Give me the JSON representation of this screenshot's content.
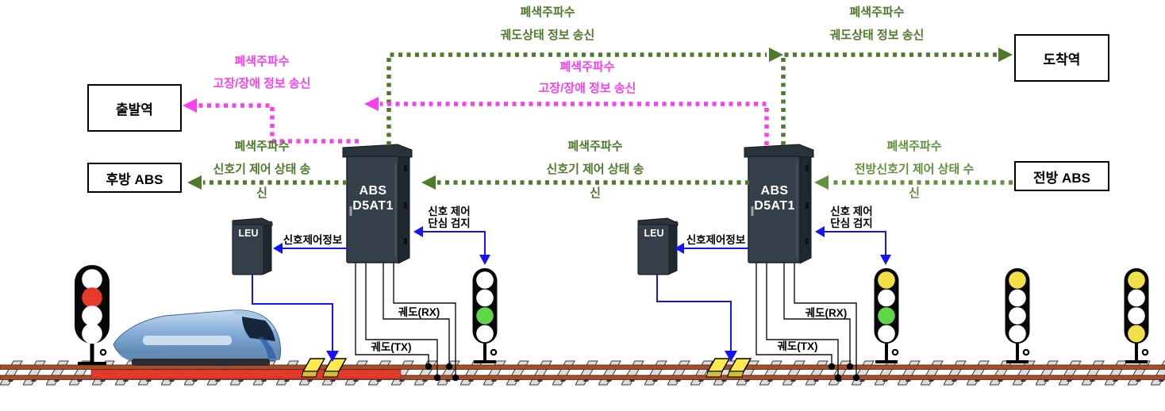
{
  "colors": {
    "flow_green": "#4d7a2b",
    "flow_light_green": "#62933c",
    "flow_magenta": "#f840f0",
    "wire_blue": "#1414f5",
    "cabinet_body": "#343f4a",
    "occupied_track_red": "#e23b2d",
    "rail_brown": "#a3502a",
    "signal_red": "#e8392b",
    "signal_green": "#5fd748",
    "signal_yellow": "#f2e049",
    "signal_off": "#ffffff",
    "balise_yellow": "#ffe94a"
  },
  "stations": {
    "departure": "출발역",
    "rear_abs": "후방 ABS",
    "arrival": "도착역",
    "front_abs": "전방 ABS"
  },
  "flows": {
    "track_status_1": {
      "line1": "폐색주파수",
      "line2": "궤도상태 정보 송신"
    },
    "track_status_2": {
      "line1": "폐색주파수",
      "line2": "궤도상태 정보 송신"
    },
    "fault_info_to_departure": {
      "line1": "폐색주파수",
      "line2": "고장/장애 정보 송신"
    },
    "fault_info_between_abs": {
      "line1": "폐색주파수",
      "line2": "고장/장애 정보 송신"
    },
    "signal_status_to_rear": {
      "line1": "폐색주파수",
      "line2": "신호기 제어 상태 송",
      "line3": "신"
    },
    "signal_status_between_abs": {
      "line1": "폐색주파수",
      "line2": "신호기 제어 상태 송",
      "line3": "신"
    },
    "signal_status_from_front": {
      "line1": "폐색주파수",
      "line2": "전방신호기 제어 상태 수",
      "line3": "신"
    }
  },
  "equipment": {
    "abs1": {
      "line1": "ABS",
      "line2": "D5AT1"
    },
    "abs2": {
      "line1": "ABS",
      "line2": "D5AT1"
    },
    "leu1": "LEU",
    "leu2": "LEU"
  },
  "wire_labels": {
    "cluster1": {
      "signal_control_info": "신호제어정보",
      "detect_line1": "신호 제어",
      "detect_line2": "단심 검지",
      "rx": "궤도(RX)",
      "tx": "궤도(TX)"
    },
    "cluster2": {
      "signal_control_info": "신호제어정보",
      "detect_line1": "신호 제어",
      "detect_line2": "단심 검지",
      "rx": "궤도(RX)",
      "tx": "궤도(TX)"
    }
  },
  "signals": [
    {
      "id": "signal-1",
      "lights": [
        "off",
        "red",
        "off",
        "off"
      ]
    },
    {
      "id": "signal-2",
      "lights": [
        "off",
        "off",
        "green",
        "off"
      ]
    },
    {
      "id": "signal-3",
      "lights": [
        "yellow",
        "off",
        "green",
        "off"
      ]
    },
    {
      "id": "signal-4",
      "lights": [
        "yellow",
        "off",
        "off",
        "off"
      ]
    },
    {
      "id": "signal-5",
      "lights": [
        "yellow",
        "off",
        "off",
        "yellow"
      ]
    }
  ]
}
